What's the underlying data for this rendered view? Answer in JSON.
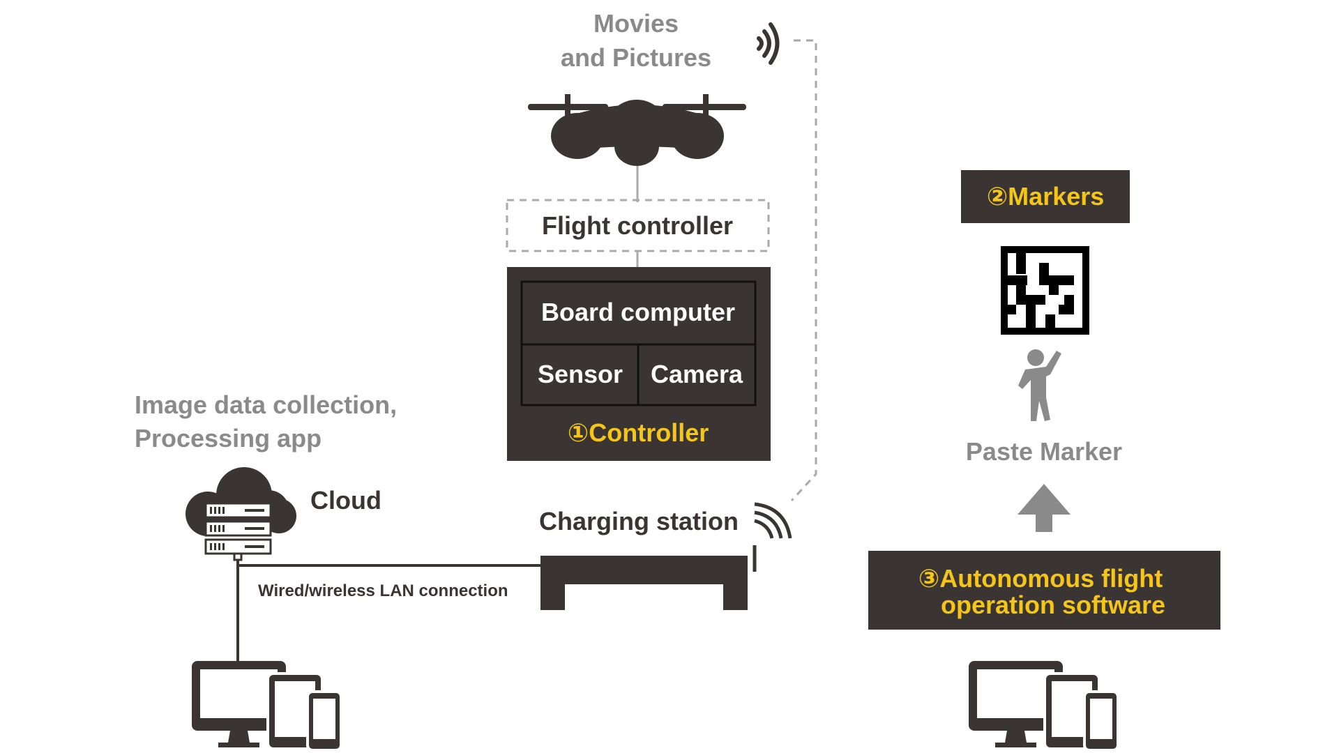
{
  "labels": {
    "movies_line1": "Movies",
    "movies_line2": "and Pictures",
    "flight_controller": "Flight controller",
    "board_computer": "Board computer",
    "sensor": "Sensor",
    "camera": "Camera",
    "controller": "①Controller",
    "image_data_line1": "Image data collection,",
    "image_data_line2": "Processing app",
    "cloud": "Cloud",
    "charging_station": "Charging station",
    "lan": "Wired/wireless LAN connection",
    "markers": "②Markers",
    "paste_marker": "Paste Marker",
    "software_line1": "③Autonomous flight",
    "software_line2": "operation software"
  },
  "colors": {
    "dark": "#3a3533",
    "gray": "#8a8a8a",
    "accent": "#f5c518",
    "line": "#aaaaaa"
  }
}
